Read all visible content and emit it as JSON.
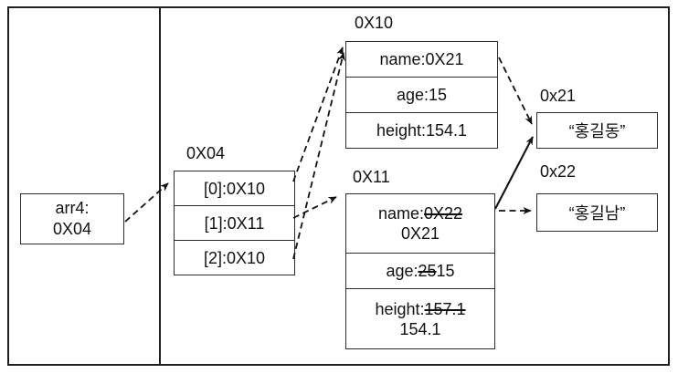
{
  "left_box": {
    "line1": "arr4:",
    "line2": "0X04"
  },
  "array": {
    "label": "0X04",
    "rows": [
      "[0]:0X10",
      "[1]:0X11",
      "[2]:0X10"
    ]
  },
  "struct10": {
    "label": "0X10",
    "rows": [
      "name:0X21",
      "age:15",
      "height:154.1"
    ]
  },
  "struct11": {
    "label": "0X11",
    "name": {
      "prefix": "name:",
      "old": "0X22",
      "new": "0X21"
    },
    "age": {
      "prefix": "age:",
      "old": "25",
      "new": "15"
    },
    "height": {
      "prefix": "height:",
      "old": "157.1",
      "new": "154.1"
    }
  },
  "string21": {
    "label": "0x21",
    "text": "“홍길동”"
  },
  "string22": {
    "label": "0x22",
    "text": "“홍길남”"
  },
  "colors": {
    "line": "#111111",
    "box_border": "#2c2c2c",
    "frame": "#1f1f1f",
    "background": "#ffffff"
  }
}
